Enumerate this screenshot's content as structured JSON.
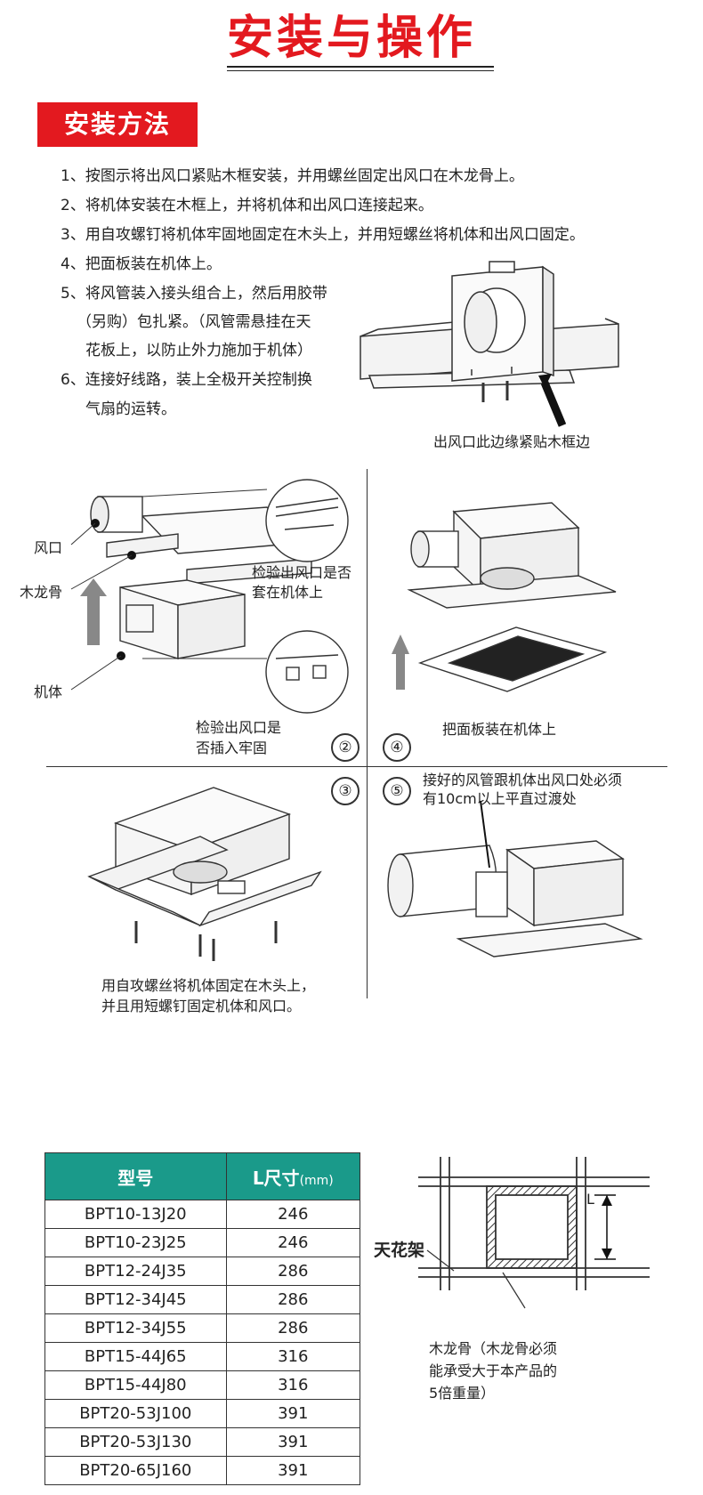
{
  "header": {
    "title": "安装与操作"
  },
  "section": {
    "badge": "安装方法"
  },
  "steps": [
    "1、按图示将出风口紧贴木框安装，并用螺丝固定出风口在木龙骨上。",
    "2、将机体安装在木框上，并将机体和出风口连接起来。",
    "3、用自攻螺钉将机体牢固地固定在木头上，并用短螺丝将机体和出风口固定。",
    "4、把面板装在机体上。",
    "5、将风管装入接头组合上，然后用胶带",
    "（另购）包扎紧。（风管需悬挂在天",
    "花板上，以防止外力施加于机体）",
    "6、连接好线路，装上全极开关控制换",
    "气扇的运转。"
  ],
  "figure_top": {
    "caption": "出风口此边缘紧贴木框边"
  },
  "panel2": {
    "label_outlet": "风口",
    "label_keel": "木龙骨",
    "label_body": "机体",
    "check1_line1": "检验出风口是否",
    "check1_line2": "套在机体上",
    "check2_line1": "检验出风口是",
    "check2_line2": "否插入牢固",
    "number": "②"
  },
  "panel4": {
    "number": "④",
    "caption": "把面板装在机体上"
  },
  "panel3": {
    "number": "③",
    "caption_line1": "用自攻螺丝将机体固定在木头上，",
    "caption_line2": "并且用短螺钉固定机体和风口。"
  },
  "panel5": {
    "number": "⑤",
    "note_line1": "接好的风管跟机体出风口处必须",
    "note_line2": "有10cm以上平直过渡处"
  },
  "table": {
    "col1": "型号",
    "col2": "L尺寸",
    "col2_unit": "(mm)",
    "rows": [
      [
        "BPT10-13J20",
        "246"
      ],
      [
        "BPT10-23J25",
        "246"
      ],
      [
        "BPT12-24J35",
        "286"
      ],
      [
        "BPT12-34J45",
        "286"
      ],
      [
        "BPT12-34J55",
        "286"
      ],
      [
        "BPT15-44J65",
        "316"
      ],
      [
        "BPT15-44J80",
        "316"
      ],
      [
        "BPT20-53J100",
        "391"
      ],
      [
        "BPT20-53J130",
        "391"
      ],
      [
        "BPT20-65J160",
        "391"
      ]
    ]
  },
  "frame_diagram": {
    "label_ceiling": "天花架",
    "label_L": "L",
    "keel_line1": "木龙骨（木龙骨必须",
    "keel_line2": "能承受大于本产品的",
    "keel_line3": "5倍重量）"
  }
}
